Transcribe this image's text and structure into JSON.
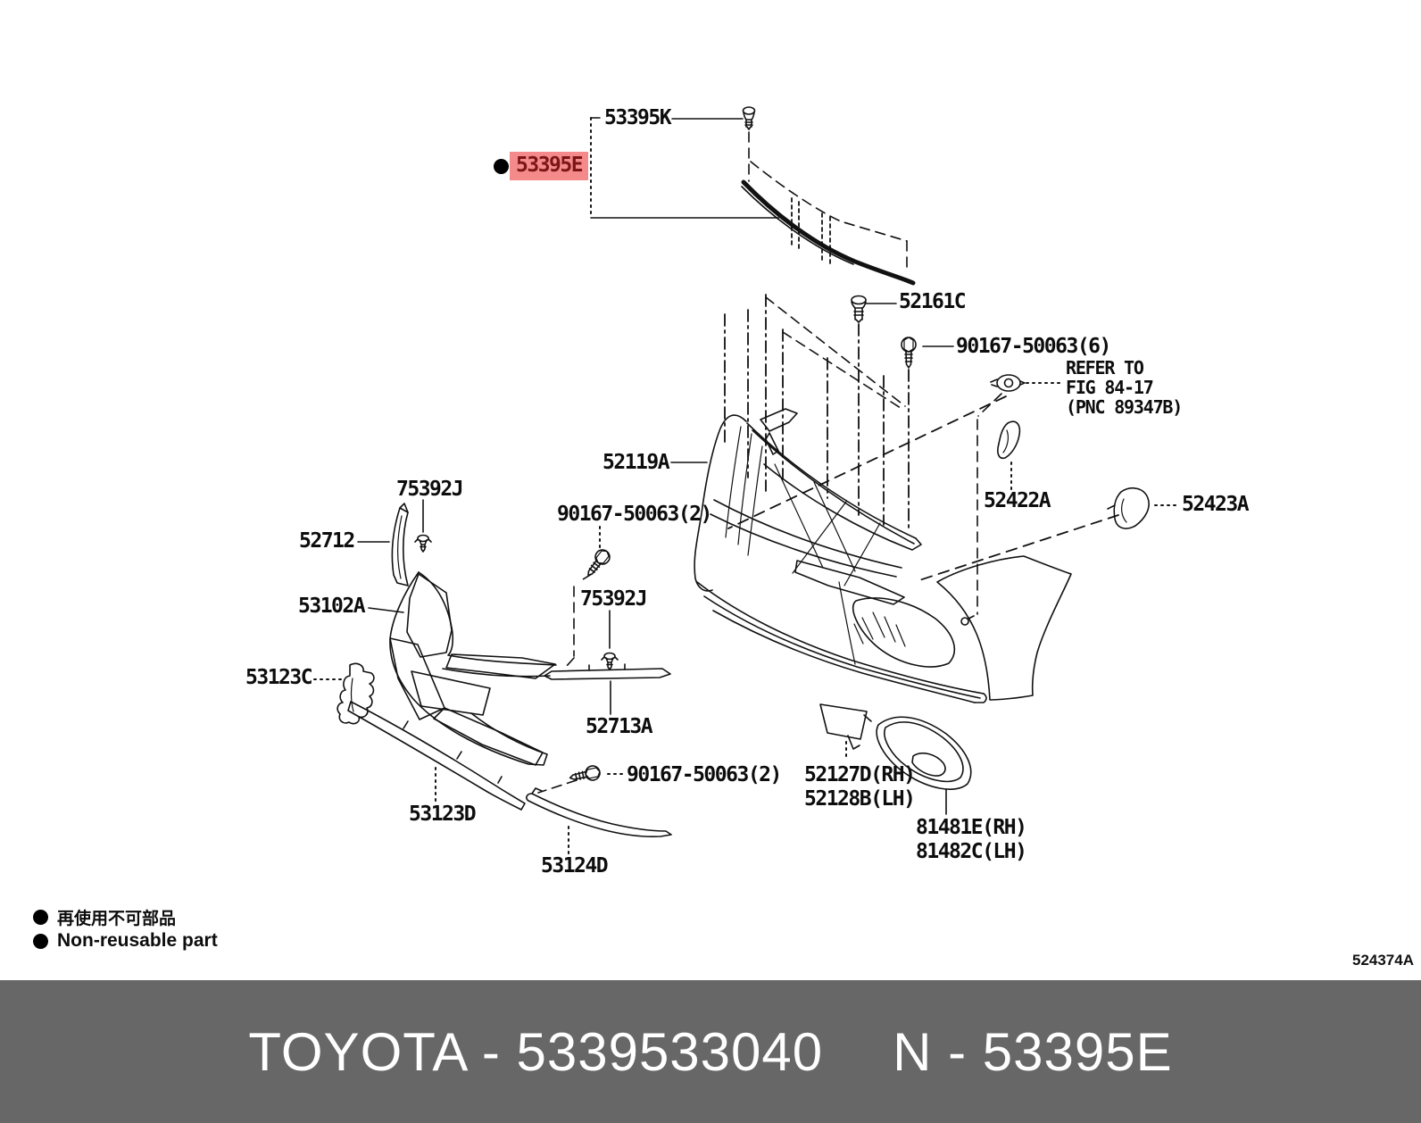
{
  "diagram": {
    "part_labels": {
      "p53395K": "53395K",
      "p53395E": "53395E",
      "p52161C": "52161C",
      "p90167_6": "90167-50063(6)",
      "p52119A": "52119A",
      "p75392J": "75392J",
      "p52712": "52712",
      "p90167_2": "90167-50063(2)",
      "p53102A": "53102A",
      "p53123C": "53123C",
      "p52713A": "52713A",
      "p53123D": "53123D",
      "p53124D": "53124D",
      "p52422A": "52422A",
      "p52423A": "52423A",
      "p52127D": "52127D(RH)",
      "p52128B": "52128B(LH)",
      "p81481E": "81481E(RH)",
      "p81482C": "81482C(LH)"
    },
    "refer_note": {
      "line1": "REFER TO",
      "line2": "FIG 84-17",
      "line3": "(PNC 89347B)"
    },
    "legend": {
      "jp": "再使用不可部品",
      "en": "Non-reusable part"
    },
    "figure_code": "524374A",
    "colors": {
      "highlight_bg": "#f48a8a",
      "highlight_fg": "#7c1616",
      "footer_bg": "#676767",
      "footer_fg": "#ffffff",
      "line": "#111111"
    }
  },
  "footer": {
    "left": "TOYOTA - 5339533040",
    "right": "N - 53395E"
  }
}
